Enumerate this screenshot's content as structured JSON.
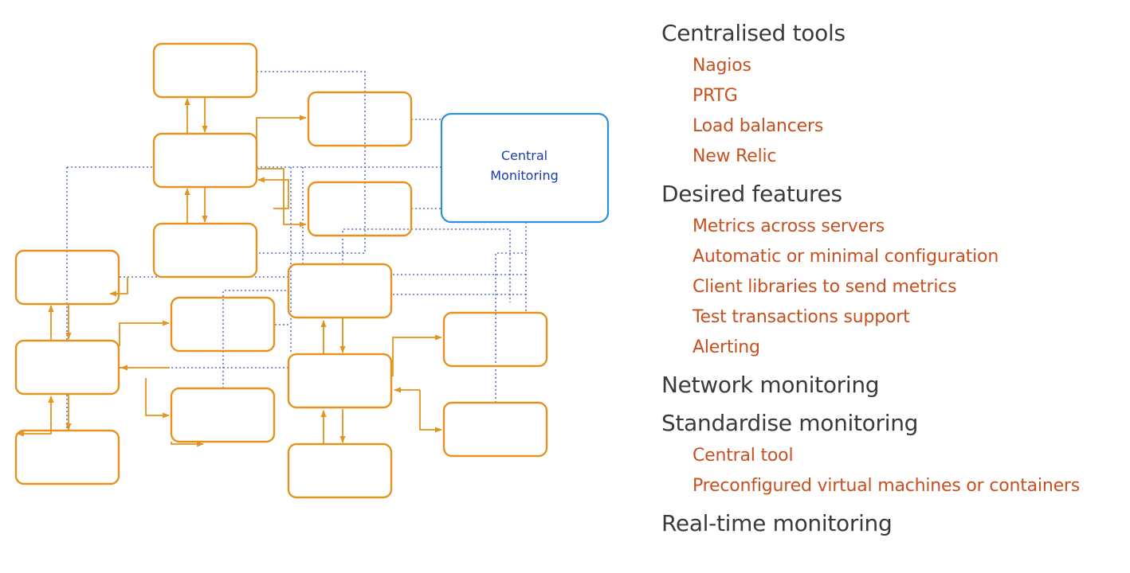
{
  "diagram": {
    "central_box_label_line1": "Central",
    "central_box_label_line2": "Monitoring",
    "colors": {
      "service_box": "#e5931f",
      "central_box": "#2f8fd4",
      "central_text": "#1a3bb0",
      "dotted_link": "#3a57b5",
      "arrow": "#e5931f"
    }
  },
  "outline": {
    "colors": {
      "heading": "#3a3a3a",
      "subitem": "#c8501e"
    },
    "sections": [
      {
        "title": "Centralised tools",
        "items": [
          "Nagios",
          "PRTG",
          "Load balancers",
          "New Relic"
        ]
      },
      {
        "title": "Desired features",
        "items": [
          "Metrics across servers",
          "Automatic or minimal configuration",
          "Client libraries to send metrics",
          "Test transactions support",
          "Alerting"
        ]
      },
      {
        "title": "Network monitoring",
        "items": []
      },
      {
        "title": "Standardise monitoring",
        "items": [
          "Central tool",
          "Preconfigured virtual machines or containers"
        ]
      },
      {
        "title": "Real-time monitoring",
        "items": []
      }
    ]
  }
}
